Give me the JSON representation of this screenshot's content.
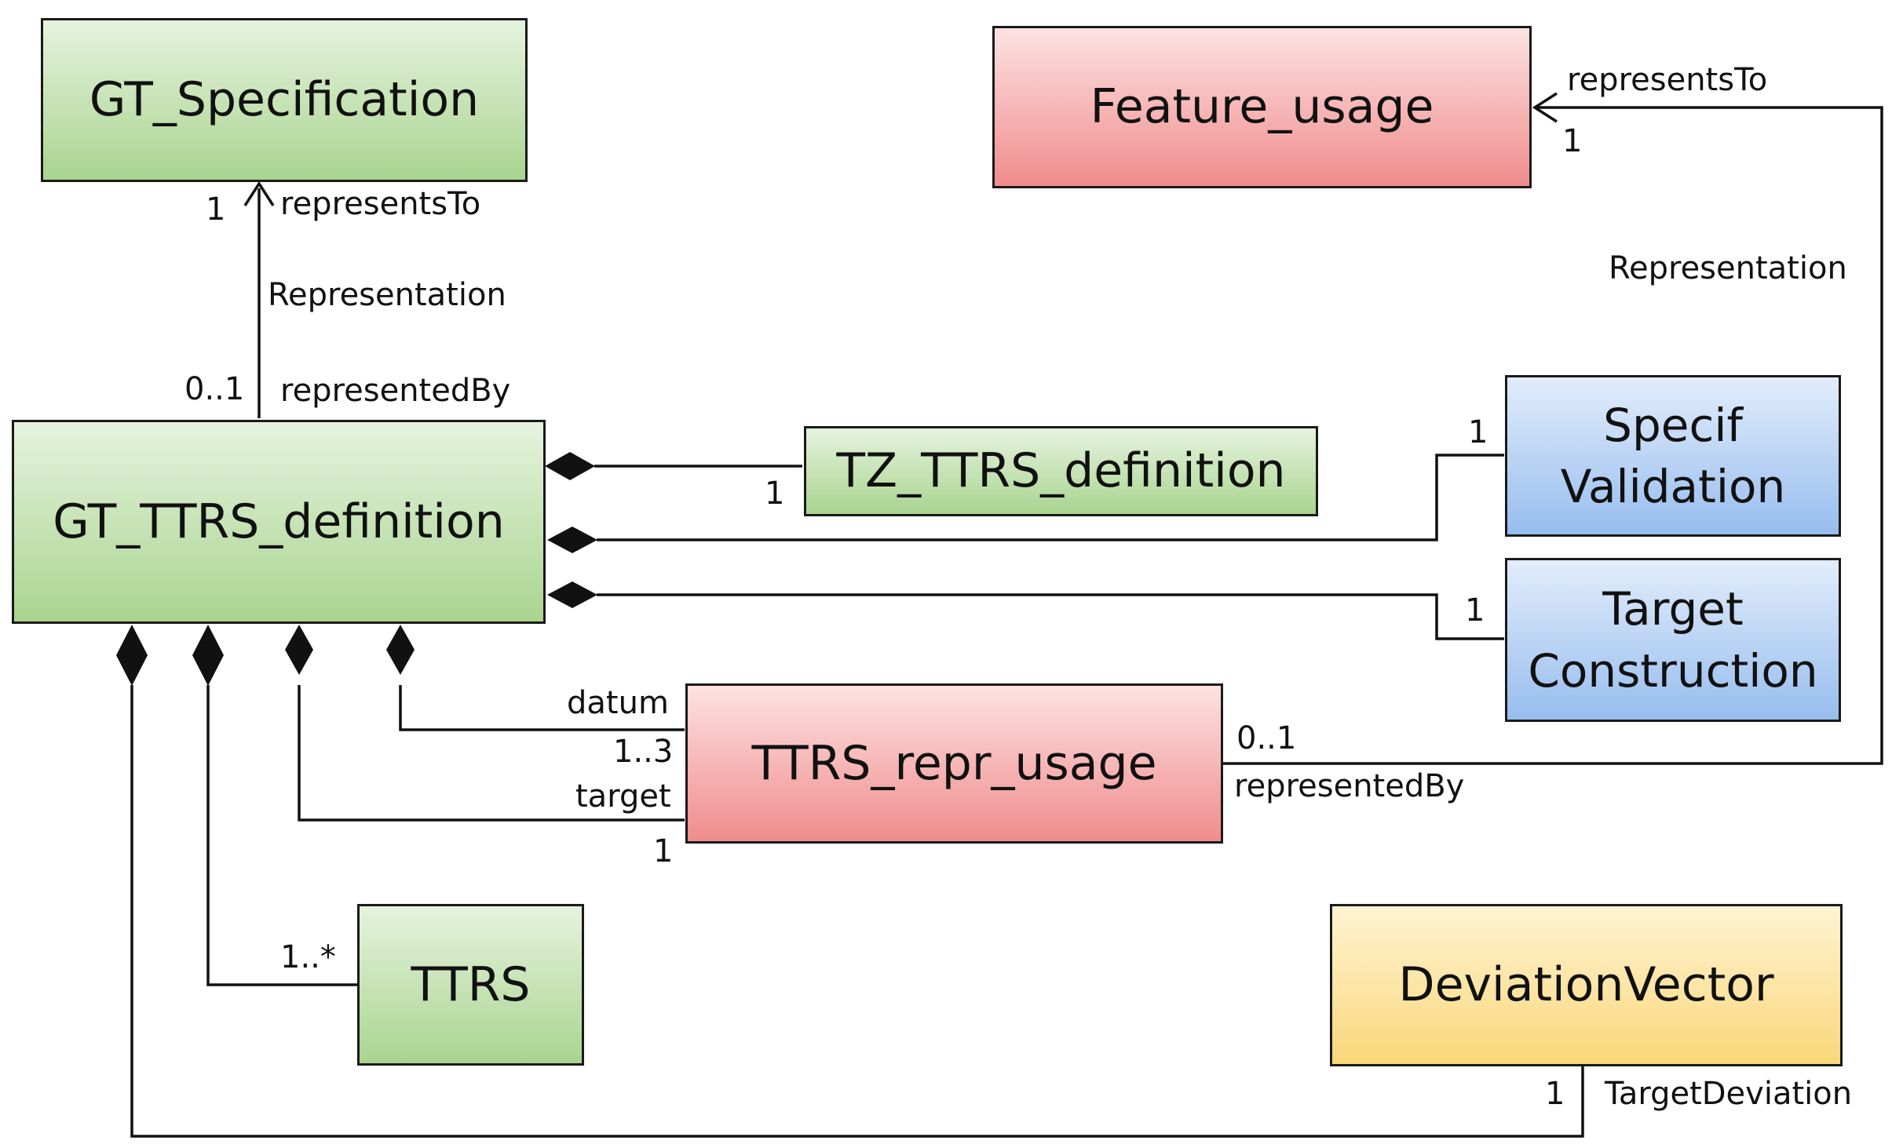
{
  "classes": {
    "gt_specification": "GT_Specification",
    "feature_usage": "Feature_usage",
    "gt_ttrs_definition": "GT_TTRS_definition",
    "tz_ttrs_definition": "TZ_TTRS_definition",
    "specif_validation": "Specif\nValidation",
    "target_construction": "Target\nConstruction",
    "ttrs_repr_usage": "TTRS_repr_usage",
    "ttrs": "TTRS",
    "deviation_vector": "DeviationVector"
  },
  "associations": {
    "spec_assoc_name": "Representation",
    "spec_role_top": "representsTo",
    "spec_mult_top": "1",
    "spec_role_bottom": "representedBy",
    "spec_mult_bottom": "0..1",
    "feature_assoc_name": "Representation",
    "feature_role_top": "representsTo",
    "feature_mult_top": "1",
    "feature_role_bottom": "representedBy",
    "feature_mult_bottom": "0..1",
    "tz_mult": "1",
    "specif_mult": "1",
    "target_mult": "1",
    "datum_role": "datum",
    "datum_mult": "1..3",
    "target_role": "target",
    "target_role_mult": "1",
    "ttrs_mult": "1..*",
    "deviation_role": "TargetDeviation",
    "deviation_mult": "1"
  }
}
